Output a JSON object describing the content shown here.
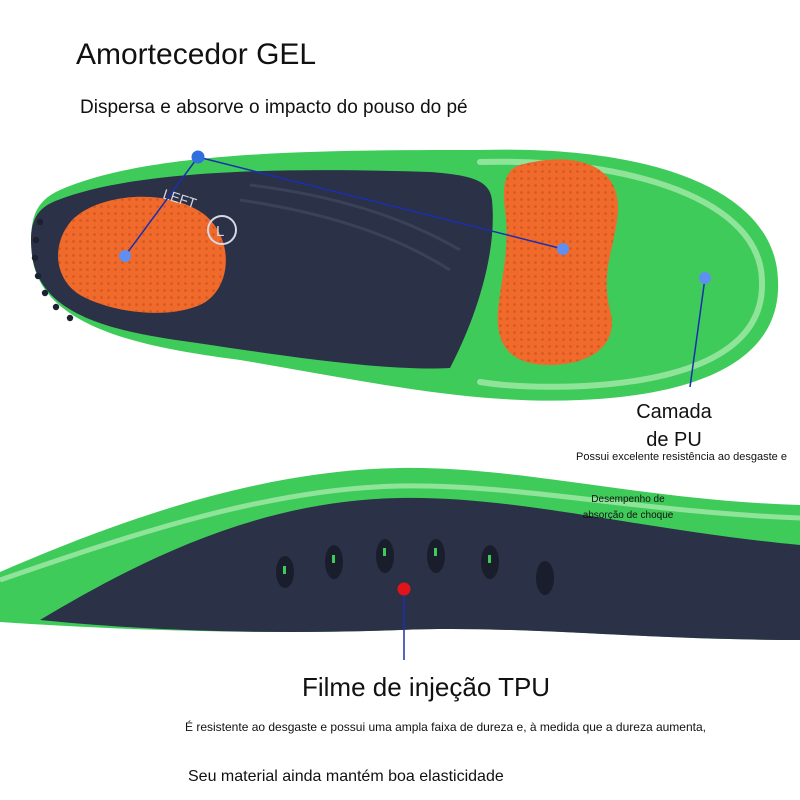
{
  "gel": {
    "title": "Amortecedor GEL",
    "description": "Dispersa e absorve o impacto do pouso do pé"
  },
  "pu": {
    "title": "Camada de PU",
    "description_line1": "Possui excelente resistência ao desgaste e",
    "description_line2": "Desempenho de absorção de choque"
  },
  "tpu": {
    "title": "Filme de injeção TPU",
    "description_line1": "É resistente ao desgaste e possui uma ampla faixa de dureza e, à medida que a dureza aumenta,",
    "description_line2": "Seu material ainda mantém boa elasticidade"
  },
  "insole": {
    "side_label": "LEFT",
    "side_badge": "L"
  },
  "colors": {
    "green": "#3fcb5a",
    "green_light": "#8fe49a",
    "navy": "#2b3146",
    "orange": "#f06a2c",
    "pointer_line": "#1a2fb0",
    "pointer_dot_blue": "#2f6fe0",
    "pointer_dot_red": "#e0141a"
  }
}
